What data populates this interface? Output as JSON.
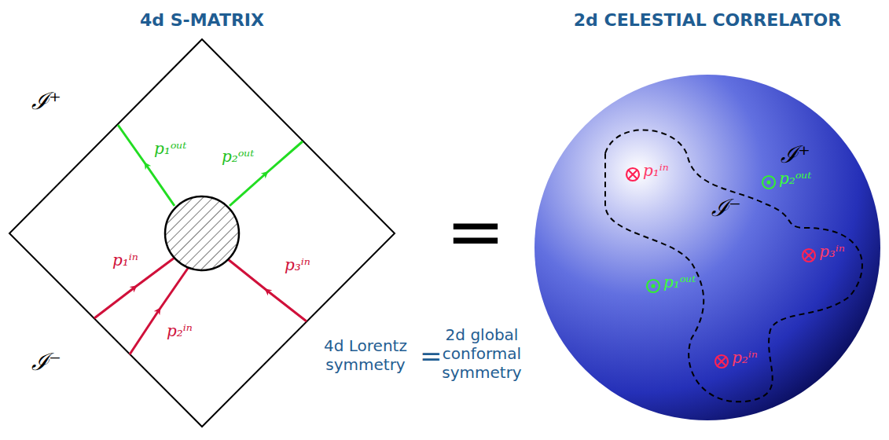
{
  "diagram": {
    "labels": [
      "4d S-MATRIX",
      "2d CELESTIAL CORRELATOR",
      "ℐ⁺",
      "ℐ⁻",
      "p₁ᵒᵘᵗ",
      "p₂ᵒᵘᵗ",
      "p₁ⁱⁿ",
      "p₂ⁱⁿ",
      "p₃ⁱⁿ",
      "=",
      "p₁ⁱⁿ",
      "ℐ⁺",
      "p₂ᵒᵘᵗ",
      "ℐ⁻",
      "p₃ⁱⁿ",
      "p₁ᵒᵘᵗ",
      "p₂ⁱⁿ",
      "4d Lorentz symmetry",
      "=",
      "2d global conformal symmetry"
    ]
  }
}
